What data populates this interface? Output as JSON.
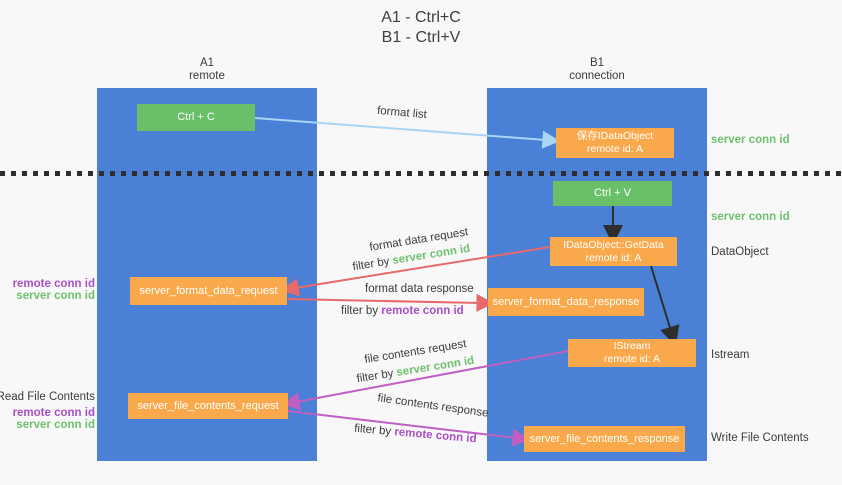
{
  "title": {
    "line1": "A1 - Ctrl+C",
    "line2": "B1 - Ctrl+V"
  },
  "columns": {
    "a1": {
      "name": "A1",
      "role": "remote"
    },
    "b1": {
      "name": "B1",
      "role": "connection"
    }
  },
  "boxes": {
    "ctrl_c": {
      "label": "Ctrl + C"
    },
    "ctrl_v": {
      "label": "Ctrl + V"
    },
    "save_dataobject": {
      "line1": "保存IDataObject",
      "line2": "remote id: A"
    },
    "getdata": {
      "line1": "IDataObject::GetData",
      "line2": "remote id: A"
    },
    "istream": {
      "line1": "IStream",
      "line2": "remote id: A"
    },
    "format_request": {
      "label": "server_format_data_request"
    },
    "format_response": {
      "label": "server_format_data_response"
    },
    "file_request": {
      "label": "server_file_contents_request"
    },
    "file_response": {
      "label": "server_file_contents_response"
    }
  },
  "arrow_labels": {
    "format_list": "format list",
    "format_data_request": "format data request",
    "format_data_response": "format data response",
    "file_contents_request": "file contents request",
    "file_contents_response": "file contents response",
    "filter_by": "filter by ",
    "server_conn_id": "server conn id",
    "remote_conn_id": "remote conn id"
  },
  "left_labels": {
    "pair1_remote": "remote conn id",
    "pair1_server": "server conn id",
    "read_file": "Read File Contents",
    "pair2_remote": "remote conn id",
    "pair2_server": "server conn id"
  },
  "right_labels": {
    "server_conn_id_1": "server conn id",
    "server_conn_id_2": "server conn id",
    "dataobject": "DataObject",
    "istream": "Istream",
    "write_file": "Write File Contents"
  },
  "colors": {
    "column_blue": "#4a80d5",
    "box_green": "#6abf69",
    "box_orange": "#f9a94b",
    "arrow_light_blue": "#a9d5f5",
    "arrow_black": "#2e2e2e",
    "arrow_red": "#e8696b",
    "arrow_magenta": "#bf5fc4",
    "text_green": "#6fc06f",
    "text_purple": "#a94fc6"
  }
}
